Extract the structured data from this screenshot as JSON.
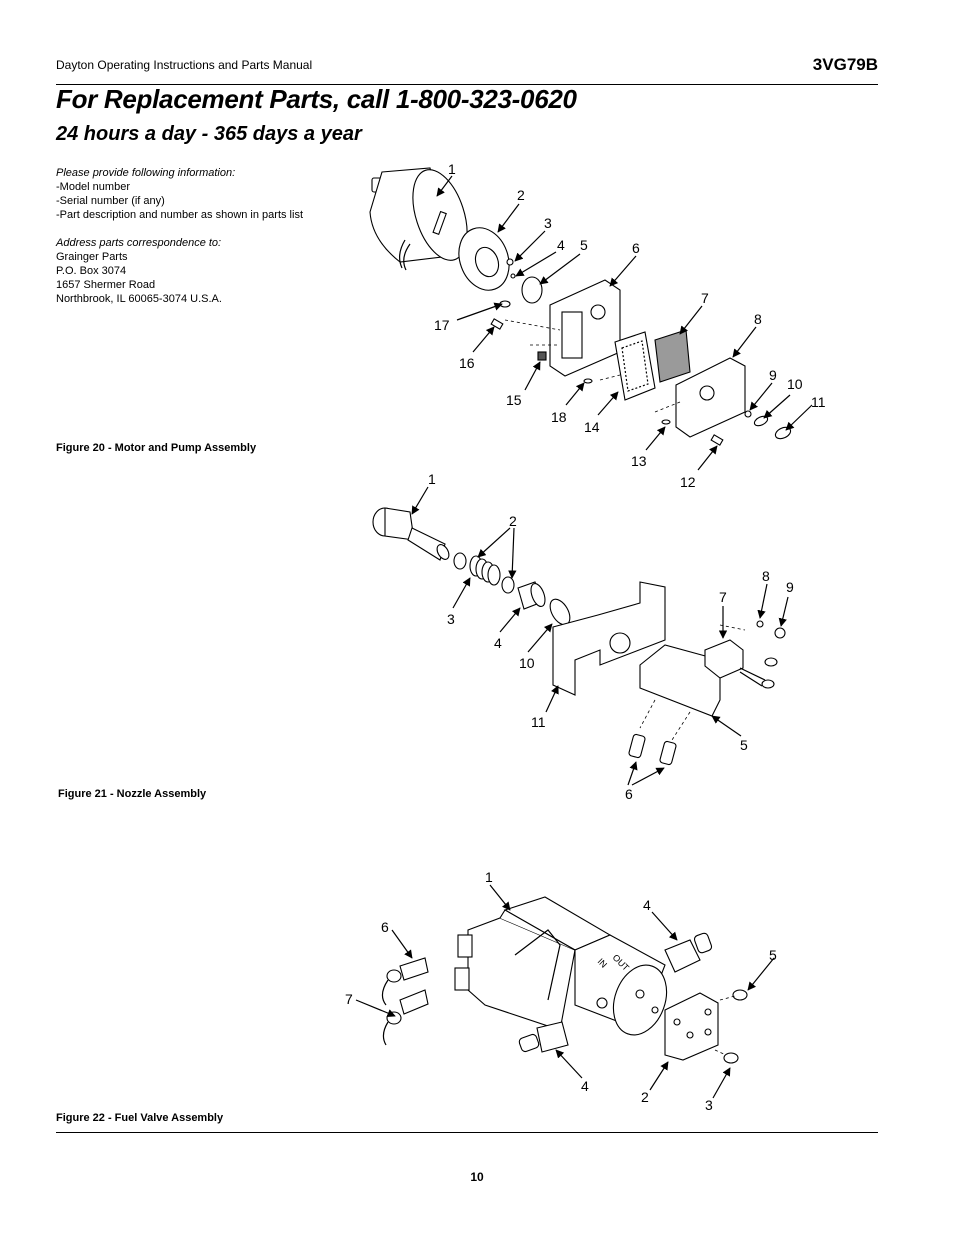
{
  "header": {
    "manual_title": "Dayton Operating Instructions and Parts Manual",
    "model": "3VG79B"
  },
  "title": "For Replacement Parts, call 1-800-323-0620",
  "subtitle": "24 hours a day - 365 days a year",
  "info": {
    "prompt": "Please provide following information:",
    "items": [
      "-Model number",
      "-Serial number (if any)",
      "-Part description and number as shown in parts list"
    ],
    "address_prompt": "Address parts correspondence to:",
    "address": [
      "Grainger Parts",
      "P.O. Box 3074",
      "1657 Shermer Road",
      "Northbrook, IL  60065-3074 U.S.A."
    ]
  },
  "figures": {
    "fig20": {
      "caption": "Figure 20 - Motor and Pump Assembly",
      "labels": [
        "1",
        "2",
        "3",
        "4",
        "5",
        "6",
        "7",
        "8",
        "9",
        "10",
        "11",
        "12",
        "13",
        "14",
        "15",
        "16",
        "17",
        "18"
      ]
    },
    "fig21": {
      "caption": "Figure 21 - Nozzle Assembly",
      "labels": [
        "1",
        "2",
        "3",
        "4",
        "5",
        "6",
        "7",
        "8",
        "9",
        "10",
        "11"
      ]
    },
    "fig22": {
      "caption": "Figure 22 - Fuel Valve Assembly",
      "labels": [
        "1",
        "2",
        "3",
        "4",
        "4",
        "5",
        "6",
        "7"
      ],
      "marks": [
        "IN",
        "OUT"
      ]
    }
  },
  "page_number": "10"
}
